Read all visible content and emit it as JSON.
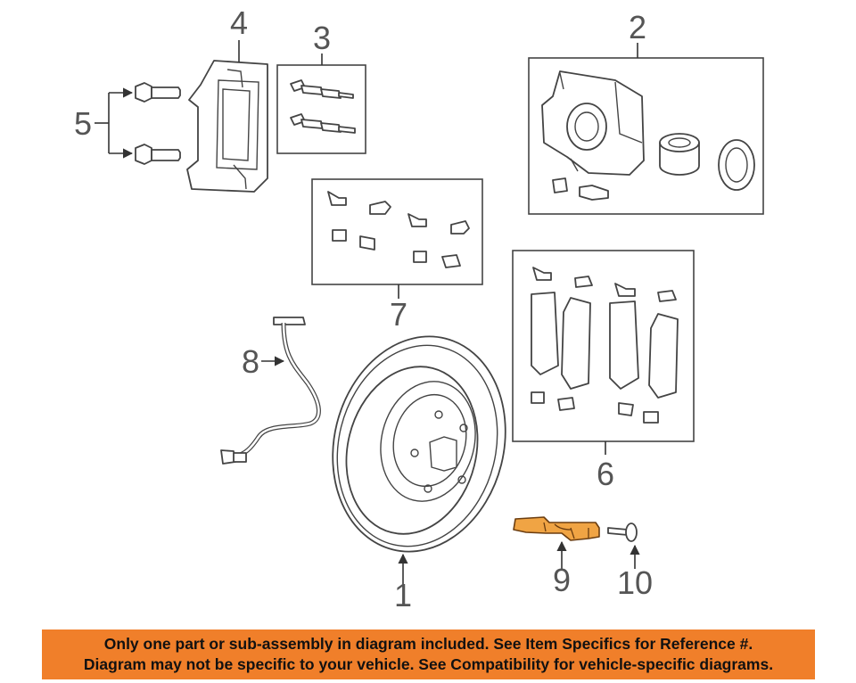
{
  "callouts": {
    "c1": "1",
    "c2": "2",
    "c3": "3",
    "c4": "4",
    "c5": "5",
    "c6": "6",
    "c7": "7",
    "c8": "8",
    "c9": "9",
    "c10": "10"
  },
  "highlight_color": "#f0a444",
  "banner": {
    "color": "#f07f2a",
    "line1": "Only one part or sub-assembly in diagram included. See Item Specifics for Reference #.",
    "line2": "Diagram may not be specific to your vehicle. See Compatibility for vehicle-specific diagrams."
  }
}
